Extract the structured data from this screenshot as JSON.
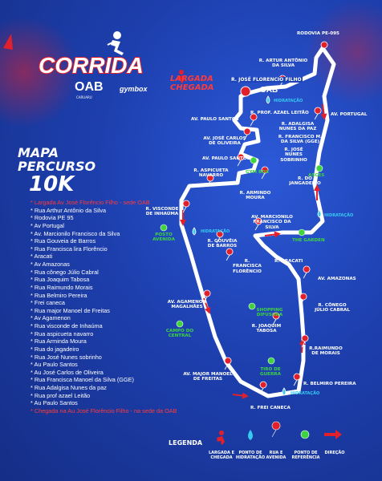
{
  "brand": {
    "title": "CORRIDA",
    "oab": "OAB",
    "gymbox": "gymbox",
    "city": "CARUARU"
  },
  "start": {
    "line1": "LARGADA",
    "line2": "CHEGADA",
    "street": "R. JOSÉ FLORENCIO FILHO",
    "map_logo": "OAB"
  },
  "map_heading": {
    "line1": "MAPA",
    "line2": "PERCURSO",
    "distance": "10K"
  },
  "streets": [
    {
      "text": "* Largada Av José Florêncio Filho - sede OAB",
      "highlight": true
    },
    {
      "text": "* Rua Arthur Antônio da Silva",
      "highlight": false
    },
    {
      "text": "* Rodovia PE 95",
      "highlight": false
    },
    {
      "text": "* Av Portugal",
      "highlight": false
    },
    {
      "text": "* Av. Marcionilo Francisco da Silva",
      "highlight": false
    },
    {
      "text": "* Rua Gouveia de Barros",
      "highlight": false
    },
    {
      "text": "* Rua Francisca lira Florêncio",
      "highlight": false
    },
    {
      "text": "* Aracati",
      "highlight": false
    },
    {
      "text": "* Av Amazonas",
      "highlight": false
    },
    {
      "text": "* Rua cônego Júlio Cabral",
      "highlight": false
    },
    {
      "text": "* Rua Joaquim Tabosa",
      "highlight": false
    },
    {
      "text": "* Rua Raimundo Morais",
      "highlight": false
    },
    {
      "text": "* Rua Belmiro Pereira",
      "highlight": false
    },
    {
      "text": "* Frei caneca",
      "highlight": false
    },
    {
      "text": "* Rua major Manoel de Freitas",
      "highlight": false
    },
    {
      "text": "* Av Agamenon",
      "highlight": false
    },
    {
      "text": "* Rua visconde de Inhaúma",
      "highlight": false
    },
    {
      "text": "* Rua aspicueta navarro",
      "highlight": false
    },
    {
      "text": "* Rua Arminda Moura",
      "highlight": false
    },
    {
      "text": "* Rua do jagadeiro",
      "highlight": false
    },
    {
      "text": "* Rua José Nunes sobrinho",
      "highlight": false
    },
    {
      "text": "* Au Paulo Santos",
      "highlight": false
    },
    {
      "text": "* Au José Carlos de Oliveira",
      "highlight": false
    },
    {
      "text": "* Rua Francisca Manoel da Silva (GGE)",
      "highlight": false
    },
    {
      "text": "* Rua Adalgisa Nunes da paz",
      "highlight": false
    },
    {
      "text": "* Rua prof azael Leitão",
      "highlight": false
    },
    {
      "text": "* Au Paulo Santos",
      "highlight": false
    },
    {
      "text": "* Chegada na Au José Florêncio Filho - na sede da OAB",
      "highlight": true
    }
  ],
  "map_labels": {
    "rodovia": "RODOVIA PE-095",
    "artur": "R. ARTUR ANTÔNIO DA SILVA",
    "portugal": "AV. PORTUGAL",
    "azael": "R. PROF. AZAEL LEITÃO",
    "paulo1": "AV. PAULO SANTOS",
    "adalgisa": "R. ADALGISA NUNES DA PAZ",
    "francisco_gge": "R. FRANCISCO M. DA SILVA (GGE)",
    "jose_carlos": "AV. JOSÉ CARLOS DE OLIVEIRA",
    "jose_nunes": "R. JOSÉ NUNES SOBRINHO",
    "paulo2": "AV. PAULO SANTOS",
    "aspicueta": "R. ASPICUETA NAVARRO",
    "jangadeiro": "R. DO JANGADEIRO",
    "arminda": "R. ARMINDO MOURA",
    "visconde": "R. VISCONDE DE INHAÚMA",
    "marcionilo": "AV. MARCIONILO FRANCISCO DA SILVA",
    "gouveia": "R. GOUVÊIA DE BARROS",
    "francisca": "R. FRANCISCA FLORÊNCIO",
    "aracati": "R. ARACATI",
    "amazonas": "AV. AMAZONAS",
    "agamenon": "AV. AGAMENON MAGALHÃES",
    "conego": "R. CÔNEGO JÚLIO CABRAL",
    "joaquim": "R. JOAQUIM TABOSA",
    "raimundo": "R.RAIMUNDO DE MORAIS",
    "major": "AV. MAJOR MANOEL DE FREITAS",
    "belmiro": "R. BELMIRO PEREIRA",
    "frei": "R. FREI CANECA"
  },
  "places": {
    "gym_box": "GYM BOX",
    "asces": "ASCES",
    "the_garden": "THE GARDEN",
    "posto": "POSTO AVENIDA",
    "shopping": "SHOPPING DIFUSORA",
    "campo": "CAMPO DO CENTRAL",
    "tiro": "TIRO DE GUERRA"
  },
  "hydration_label": "HIDRATAÇÃO",
  "legend": {
    "title": "LEGENDA",
    "items": [
      {
        "label": "LARGADA E CHEGADA",
        "icon": "runner-icon"
      },
      {
        "label": "PONTO DE HIDRATAÇÃO",
        "icon": "water-drop-icon"
      },
      {
        "label": "RUA E AVENIDA",
        "icon": "map-pin-icon"
      },
      {
        "label": "PONTO DE REFERÊNCIA",
        "icon": "reference-pin-icon"
      },
      {
        "label": "DIREÇÃO",
        "icon": "arrow-icon"
      }
    ]
  },
  "colors": {
    "background": "#1d3fae",
    "route": "#ffffff",
    "accent": "#e2202c",
    "hydration": "#36c9f2",
    "reference": "#3fd43f"
  }
}
